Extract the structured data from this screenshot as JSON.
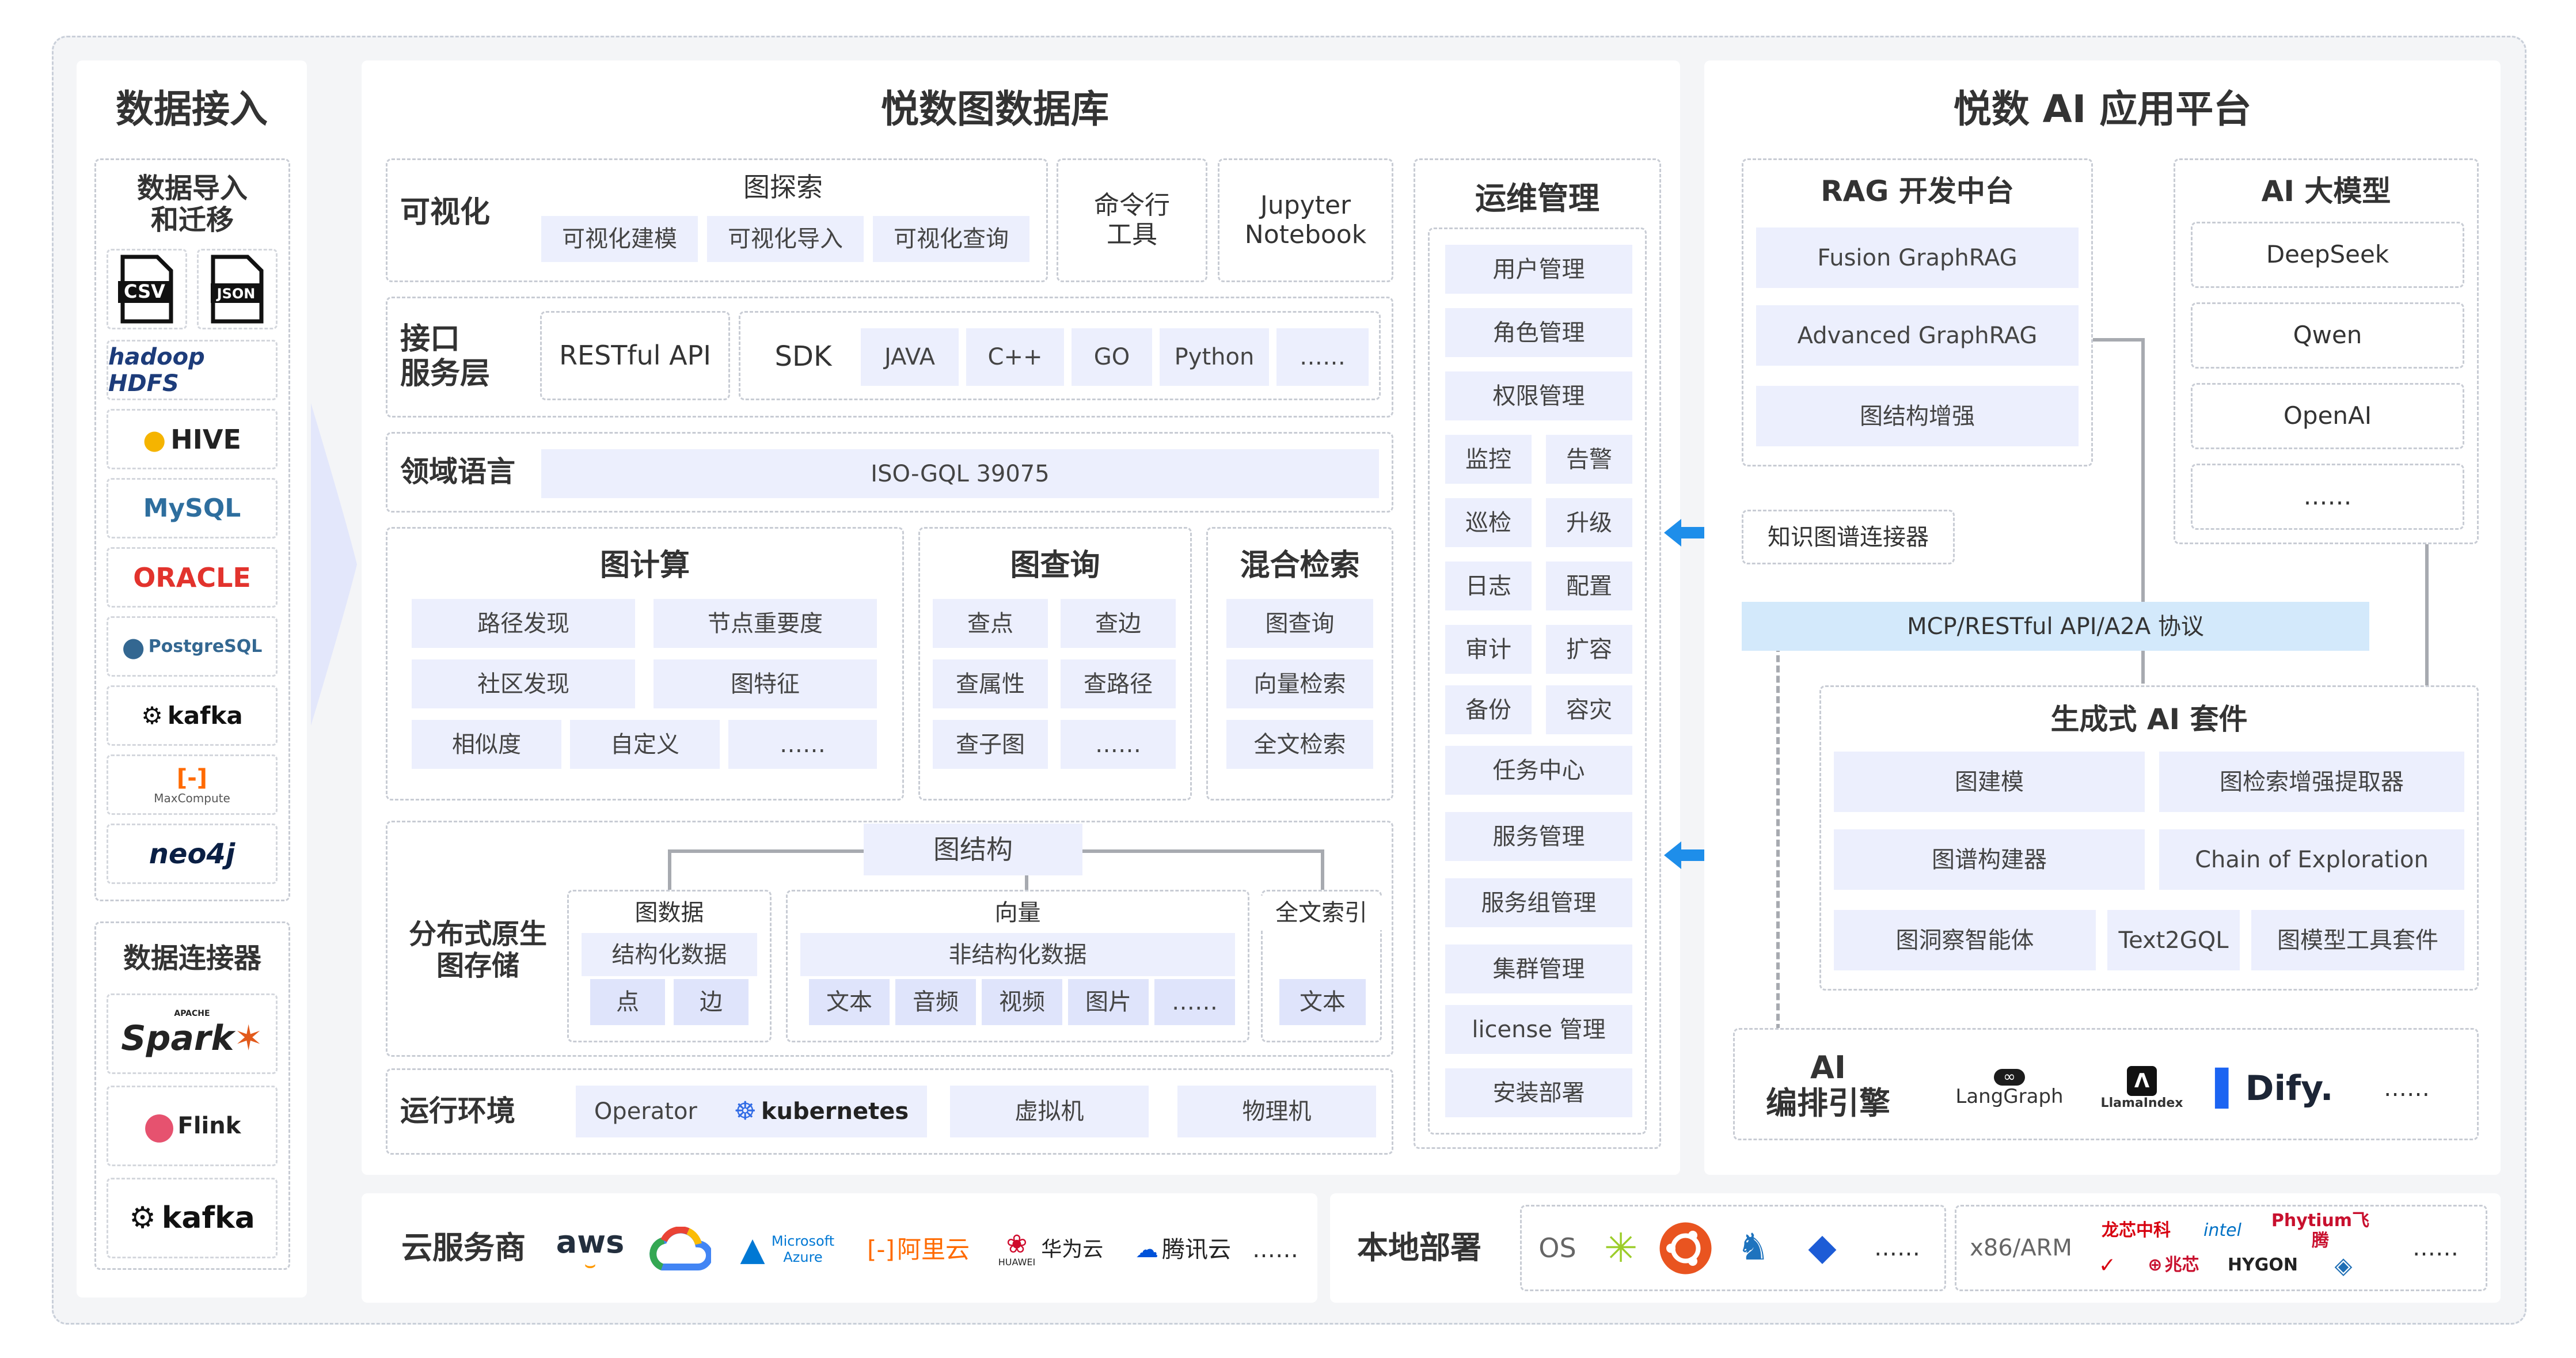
{
  "left": {
    "title": "数据接入",
    "import_title": "数据导入\n和迁移",
    "import_logos": [
      "CSV",
      "JSON",
      "hadoop HDFS",
      "HIVE",
      "MySQL",
      "ORACLE",
      "PostgreSQL",
      "kafka",
      "MaxCompute",
      "neo4j"
    ],
    "connector_title": "数据连接器",
    "connector_logos": [
      "Spark",
      "Flink",
      "kafka"
    ],
    "spark_small": "APACHE"
  },
  "center": {
    "title": "悦数图数据库",
    "viz": {
      "label": "可视化",
      "explore": "图探索",
      "chips": [
        "可视化建模",
        "可视化导入",
        "可视化查询"
      ],
      "cli": "命令行\n工具",
      "jupyter": "Jupyter\nNotebook"
    },
    "api": {
      "label": "接口\n服务层",
      "restful": "RESTful API",
      "sdk": "SDK",
      "langs": [
        "JAVA",
        "C++",
        "GO",
        "Python",
        "……"
      ]
    },
    "dsl": {
      "label": "领域语言",
      "value": "ISO-GQL 39075"
    },
    "compute": {
      "title": "图计算",
      "chips": [
        "路径发现",
        "节点重要度",
        "社区发现",
        "图特征",
        "相似度",
        "自定义",
        "……"
      ]
    },
    "query": {
      "title": "图查询",
      "chips": [
        "查点",
        "查边",
        "查属性",
        "查路径",
        "查子图",
        "……"
      ]
    },
    "hybrid": {
      "title": "混合检索",
      "chips": [
        "图查询",
        "向量检索",
        "全文检索"
      ]
    },
    "storage": {
      "label": "分布式原生\n图存储",
      "structure": "图结构",
      "graph_data": "图数据",
      "structured": "结构化数据",
      "graph_items": [
        "点",
        "边"
      ],
      "vector": "向量",
      "unstructured": "非结构化数据",
      "vector_items": [
        "文本",
        "音频",
        "视频",
        "图片",
        "……"
      ],
      "fulltext": "全文索引",
      "fulltext_item": "文本"
    },
    "runtime": {
      "label": "运行环境",
      "operator": "Operator",
      "k8s": "kubernetes",
      "vm": "虚拟机",
      "physical": "物理机"
    }
  },
  "ops": {
    "title": "运维管理",
    "items": [
      "用户管理",
      "角色管理",
      "权限管理"
    ],
    "pairs": [
      [
        "监控",
        "告警"
      ],
      [
        "巡检",
        "升级"
      ],
      [
        "日志",
        "配置"
      ],
      [
        "审计",
        "扩容"
      ],
      [
        "备份",
        "容灾"
      ]
    ],
    "items2": [
      "任务中心",
      "服务管理",
      "服务组管理",
      "集群管理",
      "license 管理",
      "安装部署"
    ]
  },
  "right": {
    "title": "悦数 AI 应用平台",
    "rag": {
      "title": "RAG 开发中台",
      "items": [
        "Fusion GraphRAG",
        "Advanced GraphRAG",
        "图结构增强"
      ]
    },
    "llm": {
      "title": "AI 大模型",
      "items": [
        "DeepSeek",
        "Qwen",
        "OpenAI",
        "……"
      ]
    },
    "kg_connector": "知识图谱连接器",
    "protocol": "MCP/RESTful API/A2A 协议",
    "genai": {
      "title": "生成式 AI 套件",
      "items": [
        "图建模",
        "图检索增强提取器",
        "图谱构建器",
        "Chain of Exploration",
        "图洞察智能体",
        "Text2GQL",
        "图模型工具套件"
      ]
    },
    "engine": {
      "label": "AI\n编排引擎",
      "logos": [
        "LangGraph",
        "LlamaIndex",
        "Dify.",
        "……"
      ]
    }
  },
  "bottom": {
    "cloud_label": "云服务商",
    "cloud_logos": [
      "aws",
      "Microsoft Azure",
      "阿里云",
      "华为云",
      "腾讯云",
      "……"
    ],
    "huawei_small": "HUAWEI",
    "local_label": "本地部署",
    "os": "OS",
    "os_more": "……",
    "arch": "x86/ARM",
    "chips": [
      "龙芯中科",
      "intel",
      "Phytium飞腾",
      "兆芯",
      "HYGON",
      "……"
    ]
  }
}
